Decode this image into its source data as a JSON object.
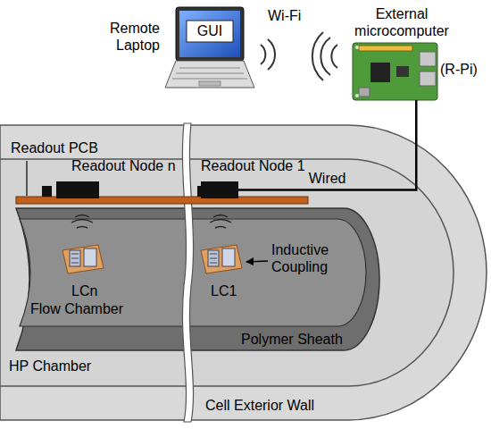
{
  "diagram": {
    "nodes": [
      {
        "text": [
          "Remote Laptop",
          "GUI"
        ]
      },
      {
        "text": [
          "External microcomputer",
          "(R-Pi)"
        ]
      },
      {
        "text": [
          "Readout Node n"
        ]
      },
      {
        "text": [
          "Readout Node 1"
        ]
      }
    ],
    "edges": [
      {
        "from": 3,
        "to": 1,
        "arrow": "none",
        "label": "Wired"
      }
    ],
    "labels": [
      "Wi-Fi",
      "Readout PCB",
      "LCn",
      "LC1",
      "Inductive Coupling",
      "Flow Chamber",
      "Polymer Sheath",
      "HP Chamber",
      "Cell Exterior Wall"
    ]
  }
}
